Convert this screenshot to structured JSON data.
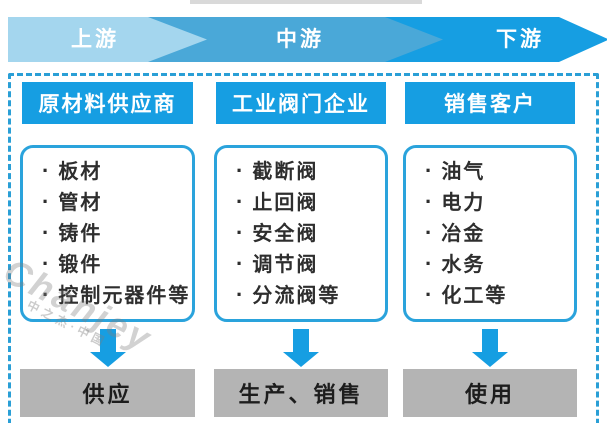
{
  "banner": {
    "segments": [
      {
        "label": "上游",
        "color": "#a4d6ee"
      },
      {
        "label": "中游",
        "color": "#4aa8d8"
      },
      {
        "label": "下游",
        "color": "#169ee2"
      }
    ]
  },
  "columns": [
    {
      "header": "原材料供应商",
      "items": [
        "板材",
        "管材",
        "铸件",
        "锻件",
        "控制元器件等"
      ],
      "action": "供应"
    },
    {
      "header": "工业阀门企业",
      "items": [
        "截断阀",
        "止回阀",
        "安全阀",
        "调节阀",
        "分流阀等"
      ],
      "action": "生产、销售"
    },
    {
      "header": "销售客户",
      "items": [
        "油气",
        "电力",
        "冶金",
        "水务",
        "化工等"
      ],
      "action": "使用"
    }
  ],
  "watermark": {
    "latin": "Chanjey",
    "chinese": "中之杰·中国"
  },
  "ui": {
    "bullet": "·"
  },
  "colors": {
    "upstream_light_blue": "#a4d6ee",
    "midstream_blue": "#4aa8d8",
    "downstream_blue": "#169ee2",
    "header_blue": "#169ee2",
    "list_box_border_blue": "#2aa3dc",
    "dashed_frame_blue": "#2a9fd6",
    "action_box_gray": "#b4b4b4",
    "arrow_blue": "#169ee2"
  }
}
